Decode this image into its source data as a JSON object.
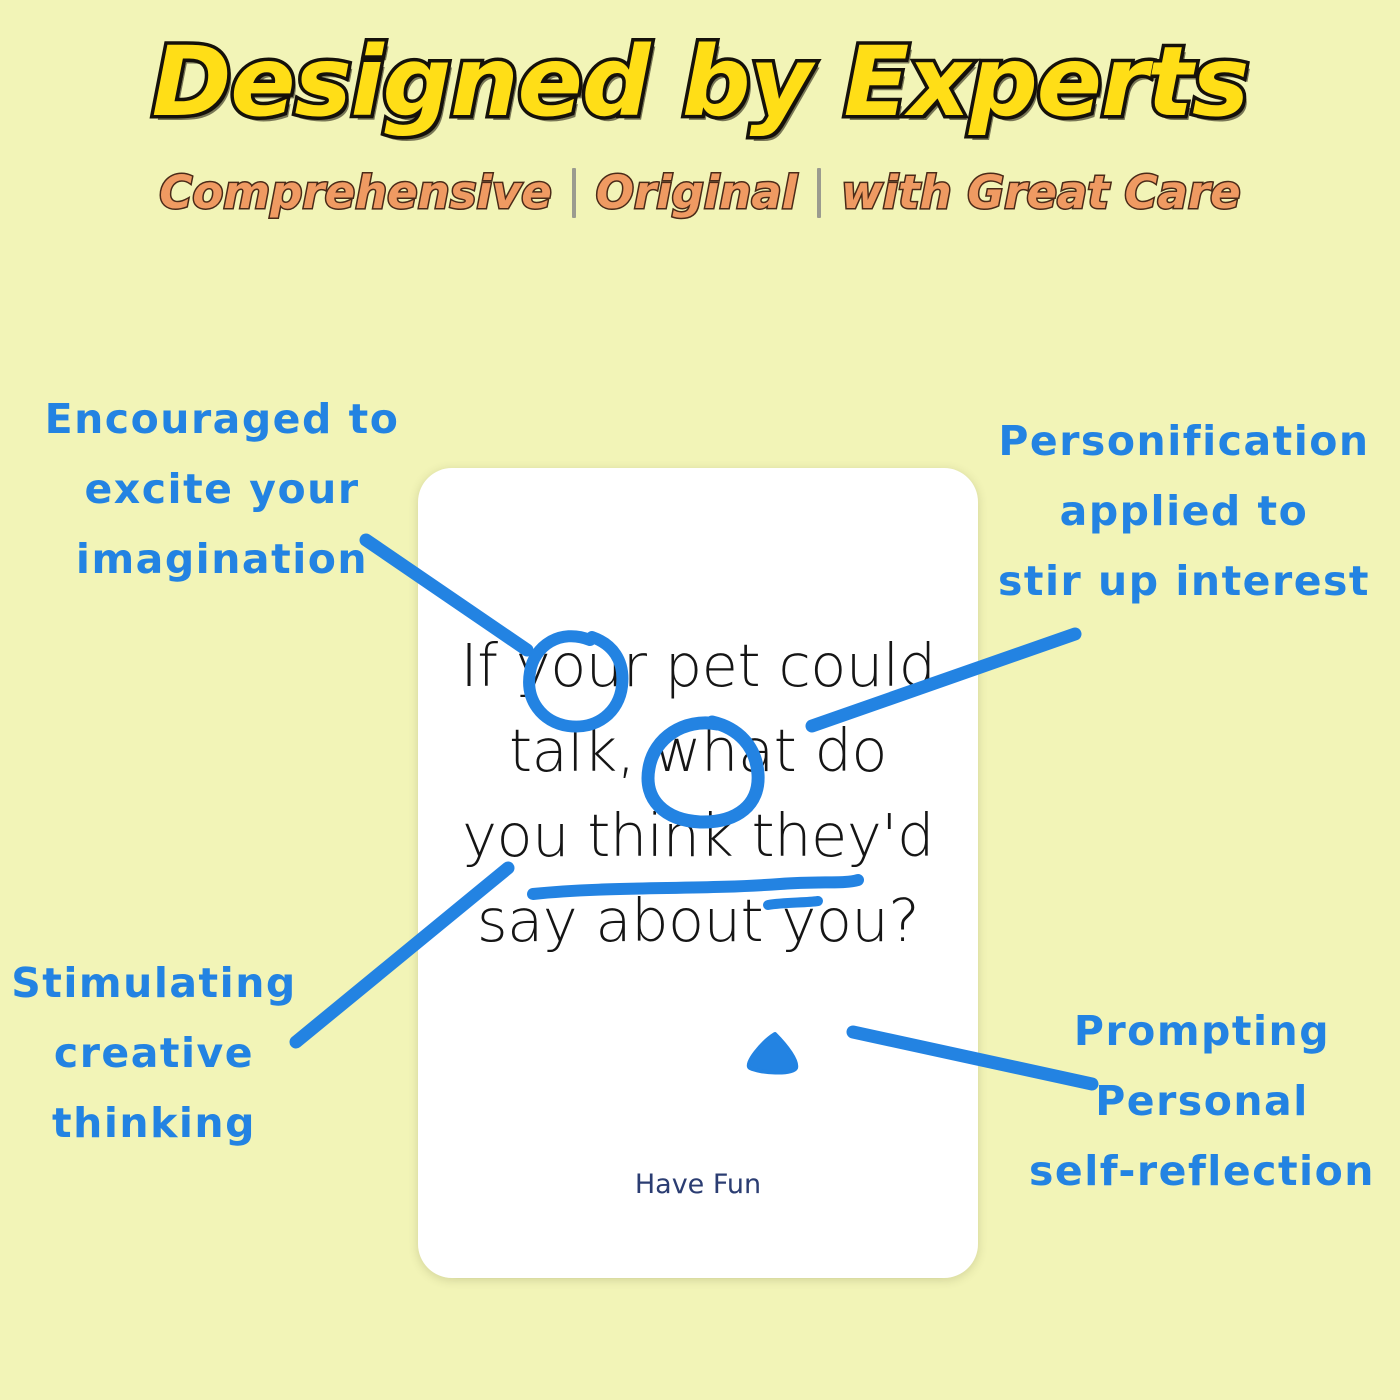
{
  "header": {
    "title": "Designed by Experts",
    "subtitle_items": [
      "Comprehensive",
      "Original",
      "with Great Care"
    ]
  },
  "card": {
    "question": "If your pet could talk, what do you think they'd say about you?",
    "footer": "Have Fun"
  },
  "annotations": {
    "top_left": "Encouraged to\nexcite your\nimagination",
    "top_right": "Personification\napplied to\nstir up interest",
    "bottom_left": "Stimulating\ncreative\nthinking",
    "bottom_right": "Prompting\nPersonal\nself-reflection"
  },
  "colors": {
    "background": "#f2f4b7",
    "title_fill": "#ffde17",
    "title_outline": "#15110a",
    "subtitle_fill": "#ef9a62",
    "subtitle_outline": "#4a2a18",
    "annotation_blue": "#2383e2",
    "card_tab_blue": "#1f4a9b",
    "card_white": "#ffffff",
    "footer_blue": "#2b3d72"
  },
  "ink_marks": [
    {
      "name": "circle-around-if",
      "shape": "ellipse"
    },
    {
      "name": "circle-around-talk",
      "shape": "ellipse"
    },
    {
      "name": "underline-do-you-think",
      "shape": "line"
    },
    {
      "name": "short-underline-theyd",
      "shape": "line"
    },
    {
      "name": "triangle-marker",
      "shape": "triangle"
    },
    {
      "name": "connector-top-left",
      "shape": "line"
    },
    {
      "name": "connector-top-right",
      "shape": "line"
    },
    {
      "name": "connector-bottom-left",
      "shape": "line"
    },
    {
      "name": "connector-bottom-right",
      "shape": "line"
    }
  ]
}
